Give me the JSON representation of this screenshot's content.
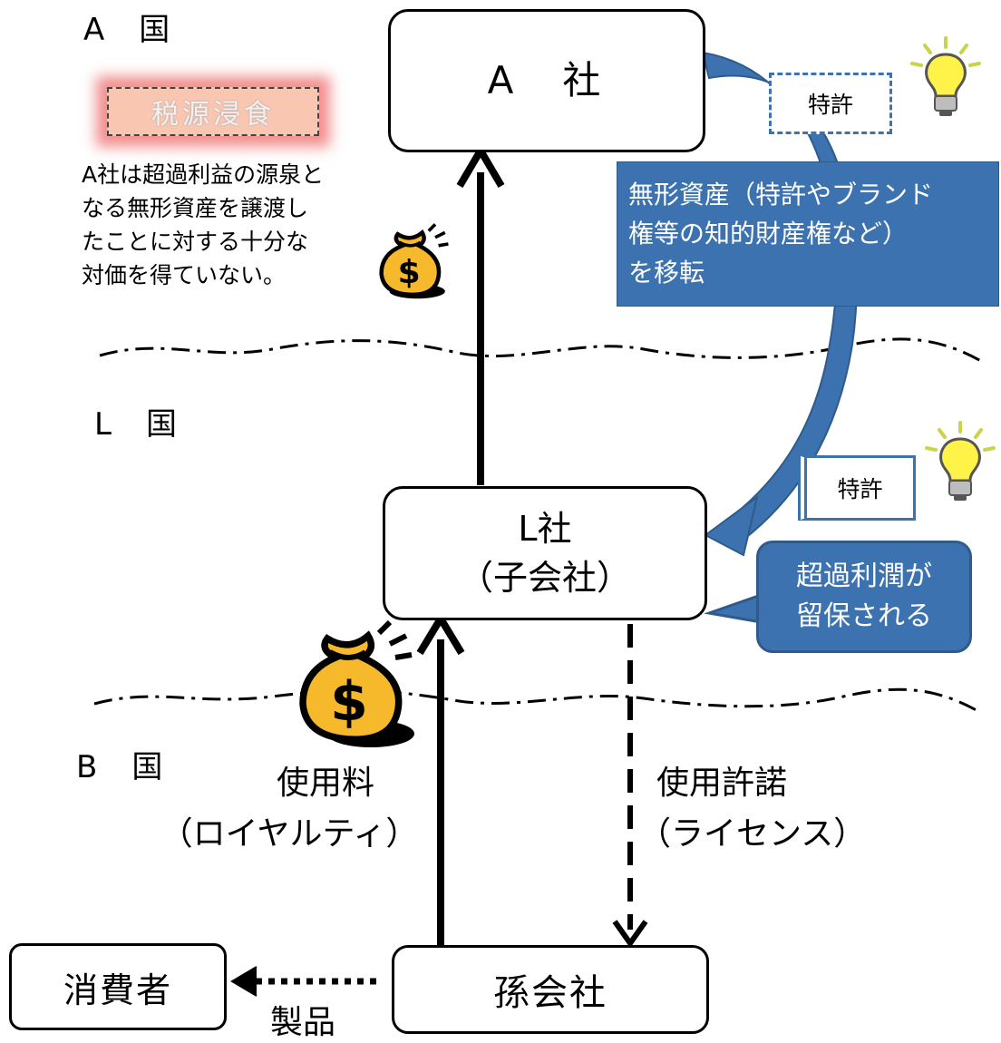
{
  "countries": {
    "a": "A　国",
    "l": "L　国",
    "b": "B　国"
  },
  "companies": {
    "a": "A　社",
    "l_line1": "L社",
    "l_line2": "（子会社）",
    "grand": "孫会社",
    "consumer": "消費者"
  },
  "tax_erosion": "税源浸食",
  "a_note_lines": [
    "A社は超過利益の源泉と",
    "なる無形資産を譲渡し",
    "たことに対する十分な",
    "対価を得ていない。"
  ],
  "transfer_box_lines": [
    "無形資産（特許やブランド",
    "権等の知的財産権など）",
    "を移転"
  ],
  "patent_label": "特許",
  "excess_profit_lines": [
    "超過利潤が",
    "留保される"
  ],
  "royalty_lines": [
    "使用料",
    "（ロイヤルティ）"
  ],
  "license_lines": [
    "使用許諾",
    "（ライセンス）"
  ],
  "product_label": "製品",
  "icons": [
    "money-bag-icon",
    "lightbulb-icon",
    "patent-scroll-icon"
  ],
  "colors": {
    "accent_blue": "#3d72b0",
    "dark_blue": "#2f5a8c",
    "glow_red": "#f07a7a",
    "gold": "#f7b92c",
    "bulb_yellow": "#fff34a"
  }
}
